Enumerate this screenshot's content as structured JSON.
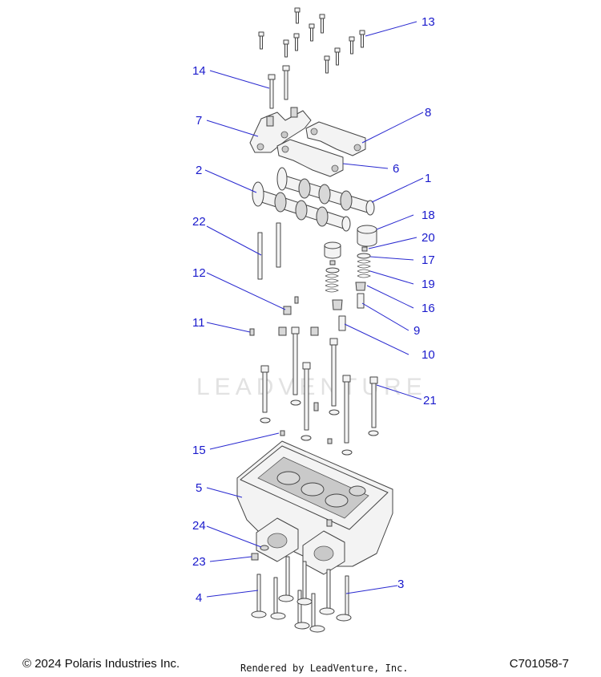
{
  "watermark": "LEADVENTURE",
  "callouts": [
    "1",
    "2",
    "3",
    "4",
    "5",
    "6",
    "7",
    "8",
    "9",
    "10",
    "11",
    "12",
    "13",
    "14",
    "15",
    "16",
    "17",
    "18",
    "19",
    "20",
    "21",
    "22",
    "23",
    "24"
  ],
  "footer": {
    "copyright": "© 2024 Polaris Industries Inc.",
    "rendered_by": "Rendered by LeadVenture, Inc.",
    "diagram_code": "C701058-7"
  },
  "colors": {
    "callout": "#1a1acc",
    "leader": "#2a2ad0"
  }
}
